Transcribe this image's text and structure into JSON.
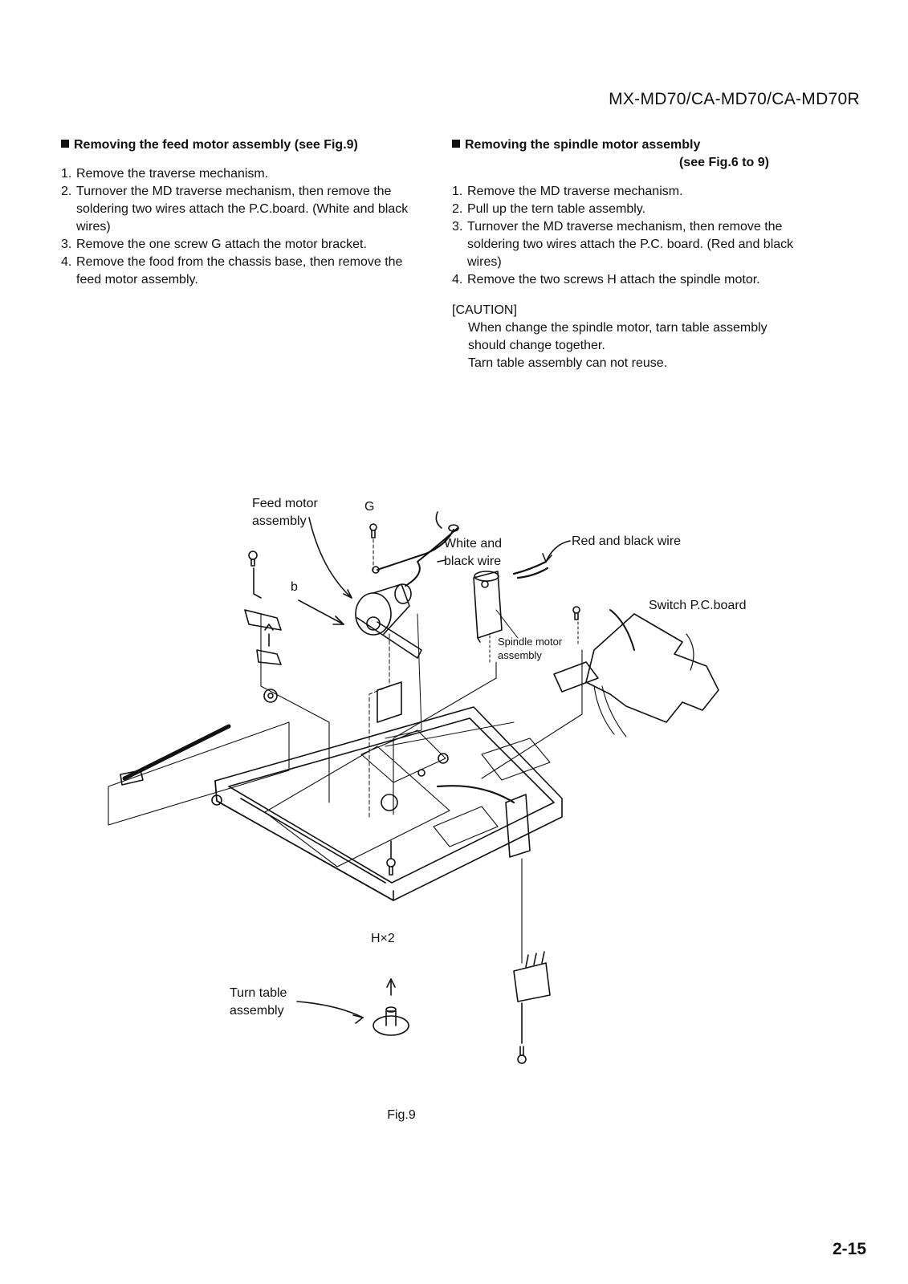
{
  "header": {
    "model": "MX-MD70/CA-MD70/CA-MD70R"
  },
  "left_section": {
    "heading": "Removing the feed motor assembly (see Fig.9)",
    "steps": [
      {
        "num": "1.",
        "text": "Remove the traverse mechanism."
      },
      {
        "num": "2.",
        "text": "Turnover the MD traverse mechanism, then remove the soldering two wires attach the P.C.board. (White and black wires)"
      },
      {
        "num": "3.",
        "text": "Remove the one screw G attach the motor bracket."
      },
      {
        "num": "4.",
        "text": "Remove the food from the chassis base, then remove the feed motor assembly."
      }
    ]
  },
  "right_section": {
    "heading": "Removing the spindle motor assembly",
    "heading_sub": "(see Fig.6 to 9)",
    "steps": [
      {
        "num": "1.",
        "text": "Remove the MD traverse mechanism."
      },
      {
        "num": "2.",
        "text": "Pull up the tern table assembly."
      },
      {
        "num": "3.",
        "text": "Turnover the MD traverse mechanism, then remove the soldering two wires attach the P.C. board. (Red and black wires)"
      },
      {
        "num": "4.",
        "text": "Remove the two screws H attach the spindle motor."
      }
    ],
    "caution_title": "[CAUTION]",
    "caution_lines": [
      "When change the spindle motor, tarn table assembly should change together.",
      "Tarn table assembly can not reuse."
    ]
  },
  "figure": {
    "labels": {
      "feed_motor_line1": "Feed motor",
      "feed_motor_line2": "assembly",
      "screw_g": "G",
      "white_black_line1": "White and",
      "white_black_line2": "black wire",
      "red_black": "Red and black wire",
      "switch_pcb": "Switch P.C.board",
      "b": "b",
      "spindle_line1": "Spindle motor",
      "spindle_line2": "assembly",
      "hx2": "H×2",
      "turn_table_line1": "Turn table",
      "turn_table_line2": "assembly"
    },
    "caption": "Fig.9"
  },
  "footer": {
    "page_number": "2-15"
  }
}
